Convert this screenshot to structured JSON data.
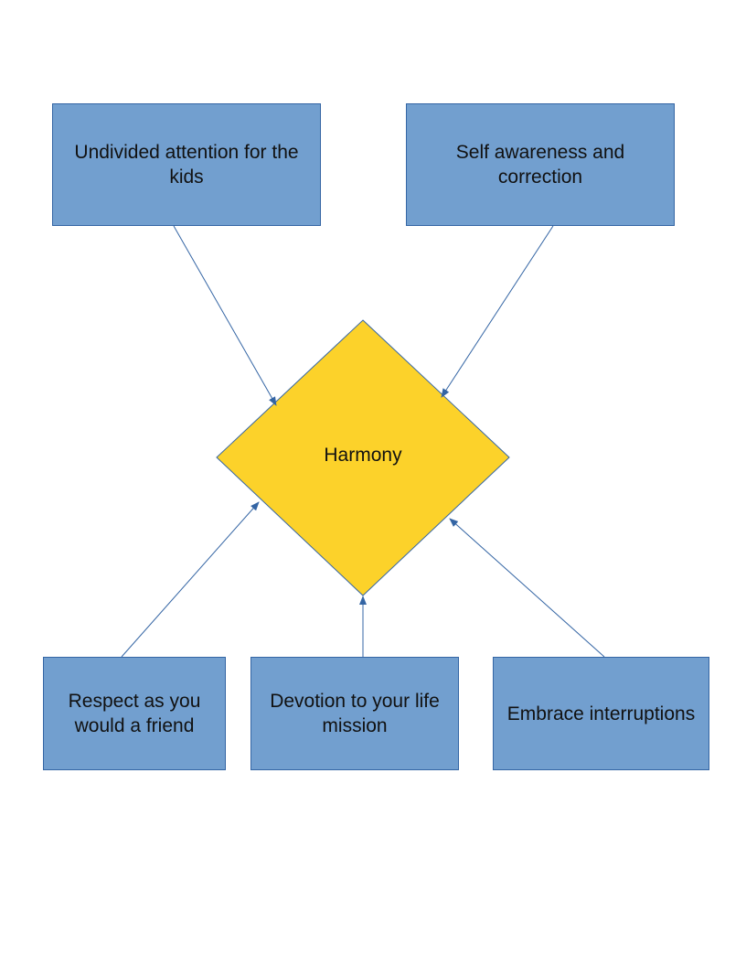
{
  "colors": {
    "box_fill": "#729fcf",
    "box_border": "#3465a4",
    "diamond_fill": "#fcd22a",
    "arrow": "#3465a4"
  },
  "center": {
    "label": "Harmony"
  },
  "nodes": [
    {
      "label": "Undivided attention for the kids"
    },
    {
      "label": "Self awareness and correction"
    },
    {
      "label": "Respect as you would a friend"
    },
    {
      "label": "Devotion to your life mission"
    },
    {
      "label": "Embrace interruptions"
    }
  ]
}
